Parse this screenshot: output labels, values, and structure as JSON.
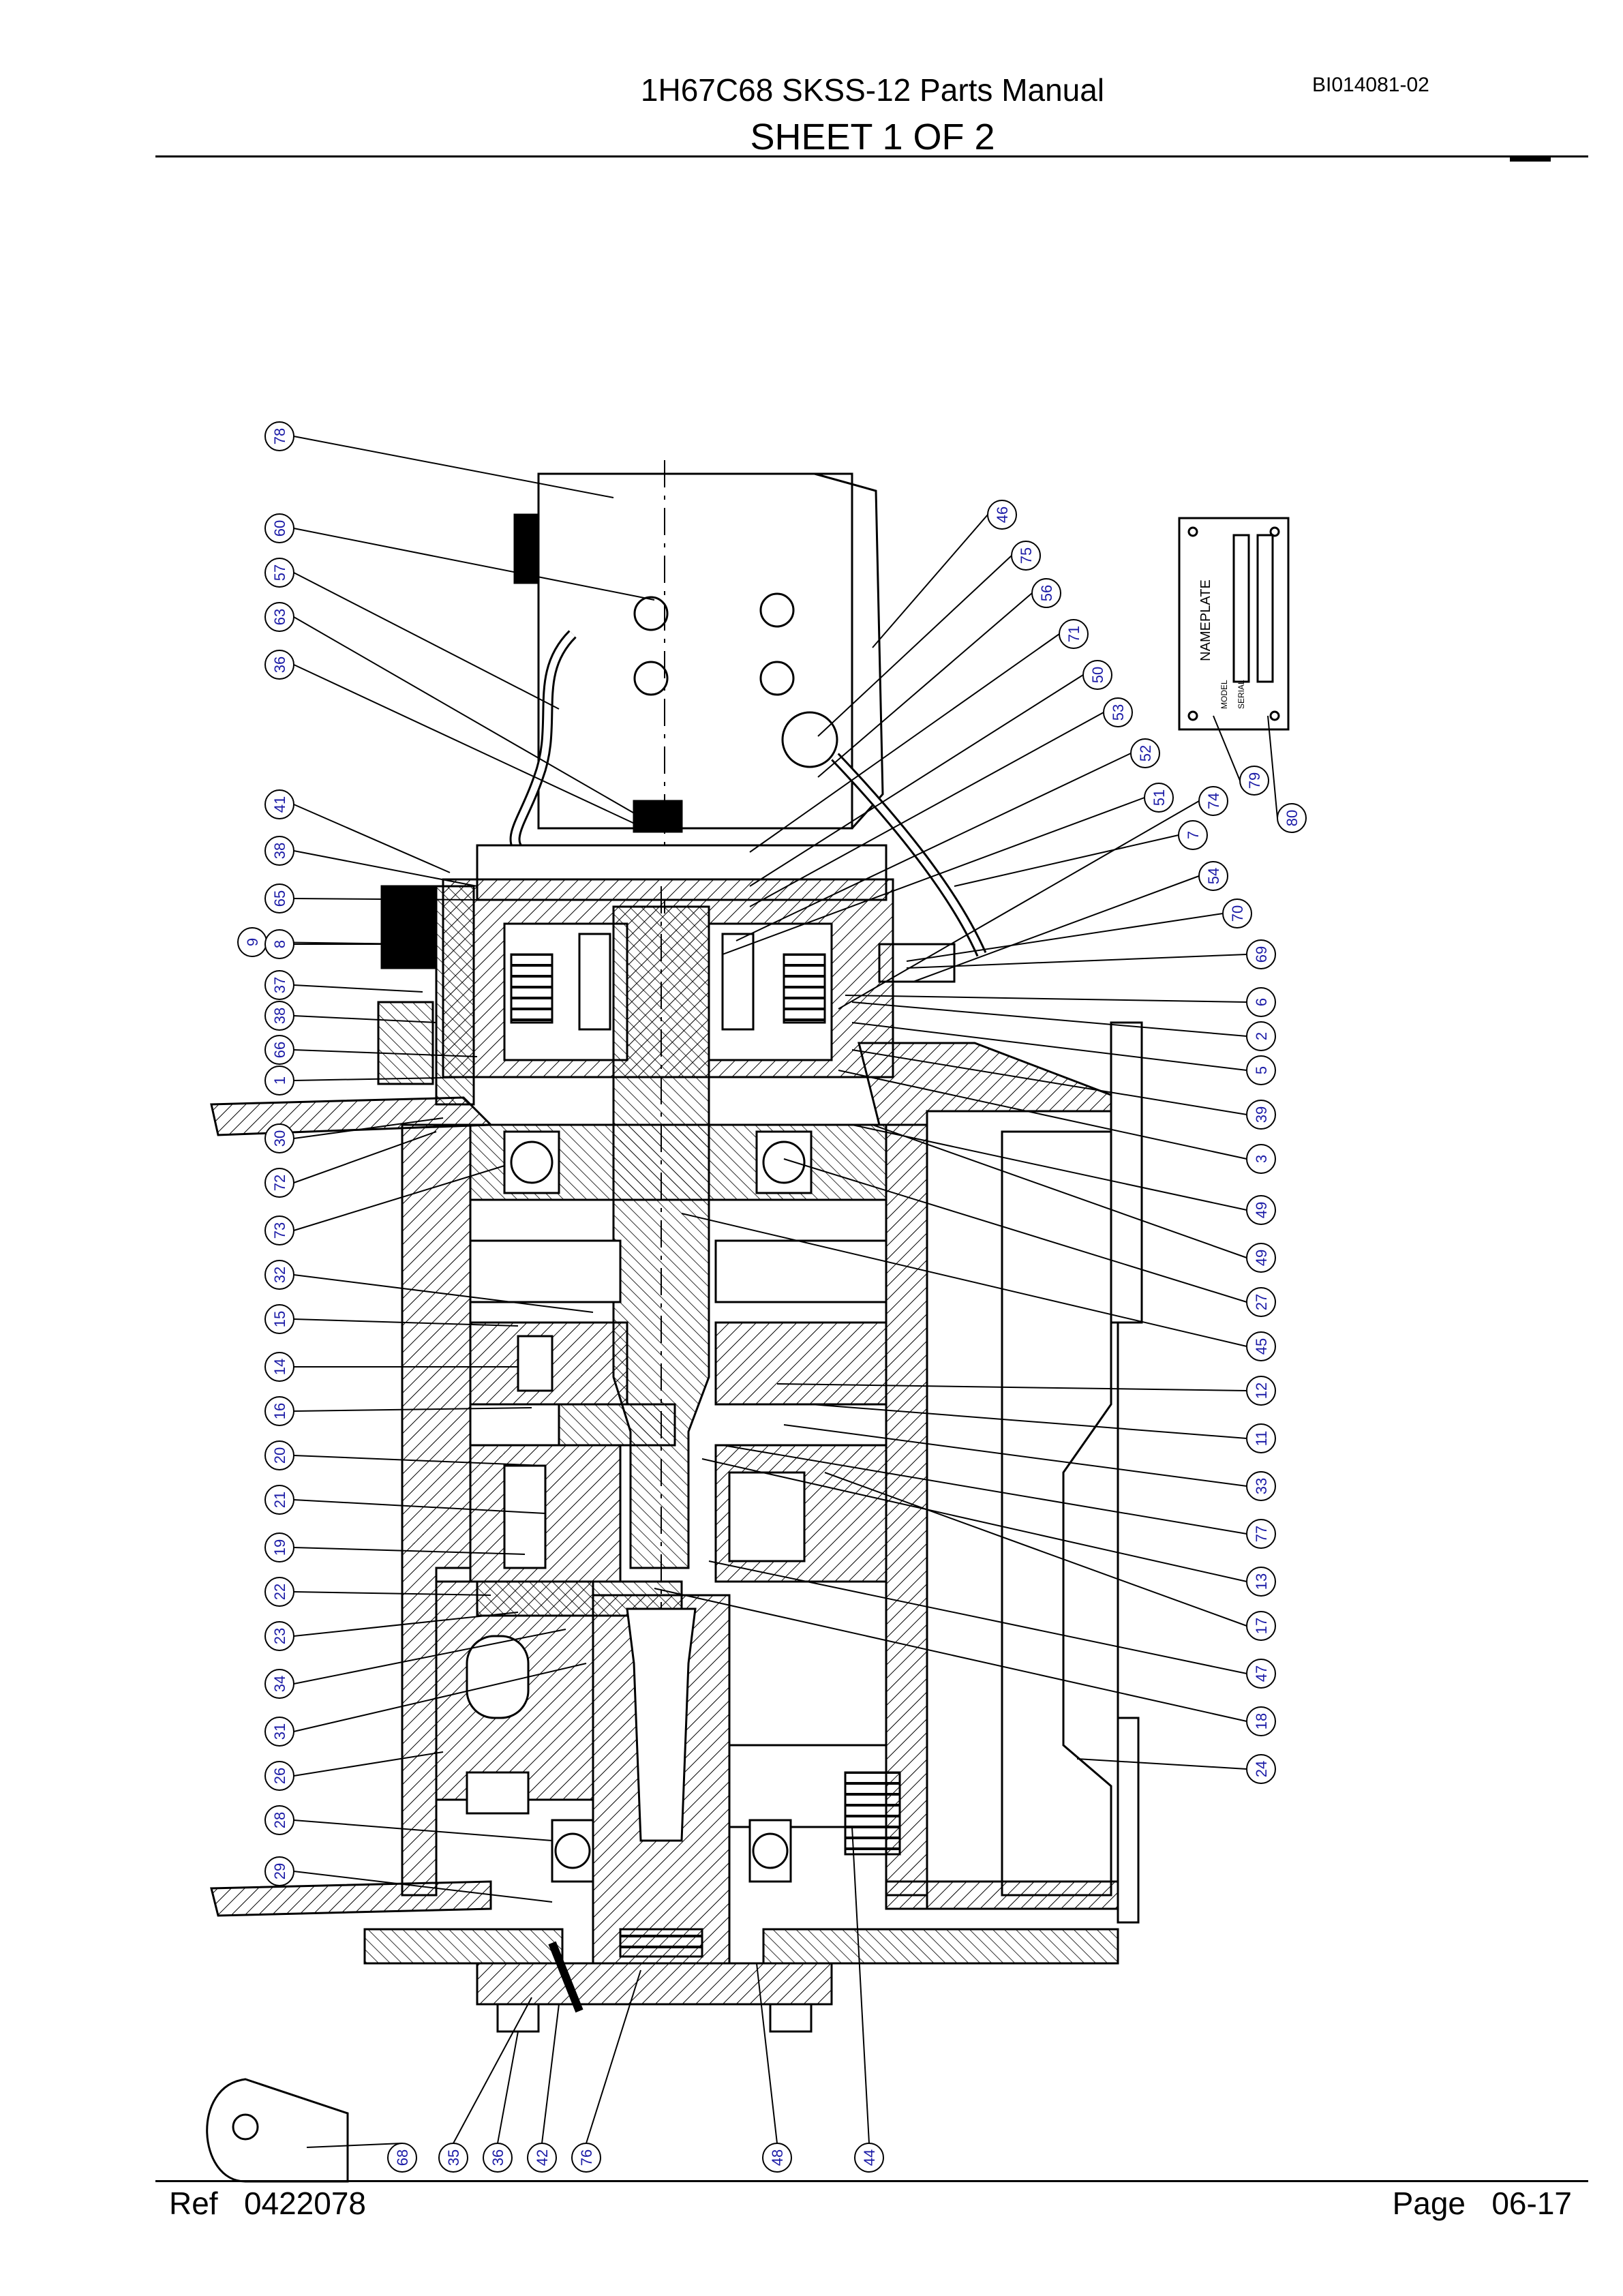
{
  "header": {
    "title": "1H67C68 SKSS-12 Parts Manual",
    "sheet": "SHEET 1 OF 2",
    "doc_number": "BI014081-02"
  },
  "footer": {
    "ref_label": "Ref",
    "ref_value": "0422078",
    "page_label": "Page",
    "page_value": "06-17"
  },
  "nameplate": {
    "label": "NAMEPLATE",
    "model_label": "MODEL",
    "serial_label": "SERIAL"
  },
  "callouts": {
    "left": [
      "78",
      "60",
      "57",
      "63",
      "36",
      "41",
      "38",
      "65",
      "9",
      "8",
      "37",
      "38",
      "66",
      "1",
      "30",
      "72",
      "73",
      "32",
      "15",
      "14",
      "16",
      "20",
      "21",
      "19",
      "22",
      "23",
      "34",
      "31",
      "26",
      "28",
      "29"
    ],
    "right": [
      "46",
      "75",
      "56",
      "71",
      "50",
      "53",
      "52",
      "51",
      "74",
      "7",
      "54",
      "70",
      "69",
      "6",
      "2",
      "5",
      "39",
      "3",
      "49",
      "49",
      "27",
      "45",
      "12",
      "11",
      "33",
      "77",
      "13",
      "17",
      "47",
      "18",
      "24",
      "79",
      "80"
    ],
    "bottom": [
      "68",
      "35",
      "36",
      "42",
      "76",
      "48",
      "44"
    ]
  }
}
